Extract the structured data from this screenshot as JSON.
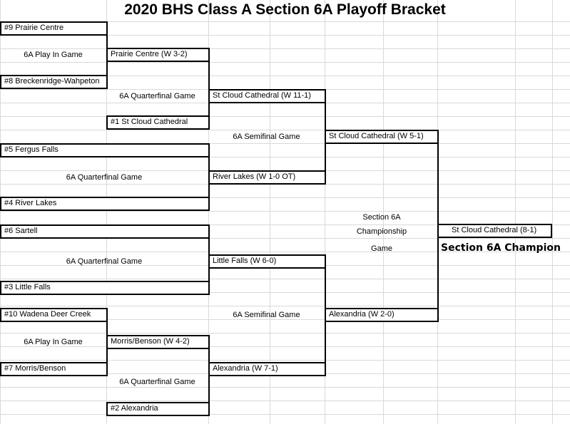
{
  "title": "2020 BHS Class A Section 6A Playoff Bracket",
  "teams": {
    "seed9": "#9 Prairie Centre",
    "seed8": "#8 Breckenridge-Wahpeton",
    "seed1": "#1 St Cloud Cathedral",
    "seed5": "#5 Fergus Falls",
    "seed4": "#4 River Lakes",
    "seed6": "#6 Sartell",
    "seed3": "#3 Little Falls",
    "seed10": "#10 Wadena Deer Creek",
    "seed7": "#7 Morris/Benson",
    "seed2": "#2 Alexandria"
  },
  "results": {
    "playin_top": "Prairie Centre (W 3-2)",
    "qf1": "St Cloud Cathedral (W 11-1)",
    "qf2": "River Lakes (W 1-0 OT)",
    "qf3": "Little Falls (W 6-0)",
    "playin_bottom": "Morris/Benson (W 4-2)",
    "qf4": "Alexandria (W 7-1)",
    "semi1": "St Cloud Cathedral (W 5-1)",
    "semi2": "Alexandria (W 2-0)",
    "final": "St Cloud Cathedral (8-1)"
  },
  "labels": {
    "play_in_1": "6A Play In Game",
    "quarterfinal_1": "6A Quarterfinal Game",
    "semifinal_1": "6A Semifinal Game",
    "quarterfinal_2": "6A Quarterfinal Game",
    "quarterfinal_3": "6A Quarterfinal Game",
    "semifinal_2": "6A Semifinal Game",
    "play_in_2": "6A Play In Game",
    "quarterfinal_4": "6A Quarterfinal Game",
    "championship_line1": "Section 6A",
    "championship_line2": "Championship",
    "championship_line3": "Game",
    "champion": "Section 6A Champion"
  },
  "colors": {
    "grid": "#d9d9d9",
    "lines": "#000000",
    "background": "#ffffff"
  }
}
